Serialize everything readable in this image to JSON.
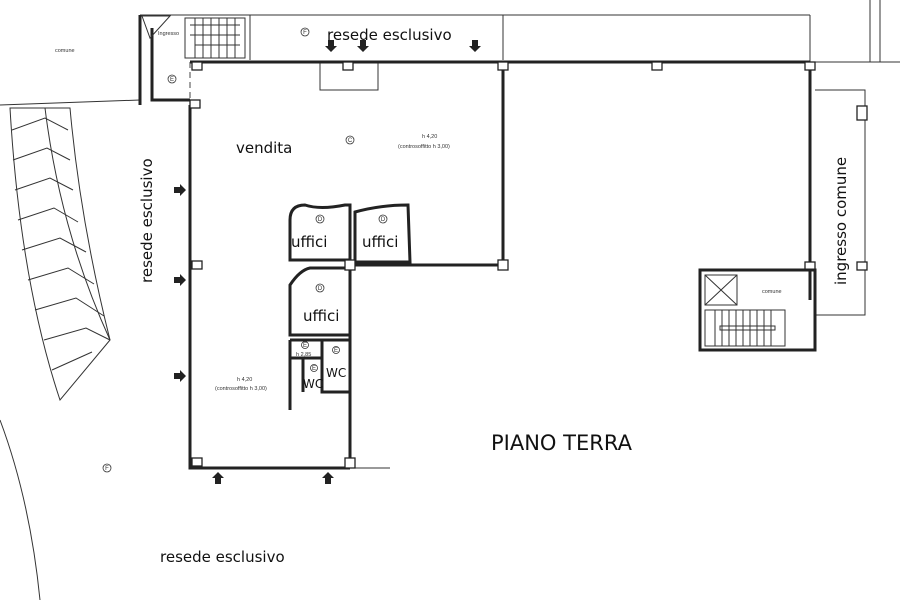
{
  "title": "PIANO TERRA",
  "labels": {
    "comune_top_left": "comune",
    "ingresso_small": "Ingresso",
    "resede_top": "resede esclusivo",
    "resede_left": "resede esclusivo",
    "resede_bottom": "resede esclusivo",
    "vendita": "vendita",
    "height_main": "h 4,20",
    "ceiling_main": "(controsoffitto h 3,00)",
    "height_lower": "h 4,20",
    "ceiling_lower": "(controsoffitto h 3,00)",
    "uffici_1": "uffici",
    "uffici_2": "uffici",
    "uffici_3": "uffici",
    "height_wc": "h 2,85",
    "wc_1": "WC",
    "wc_2": "WC",
    "ingresso_comune": "ingresso comune",
    "comune_stair": "comune"
  },
  "markers": {
    "f": "F",
    "e": "E",
    "c": "C",
    "d": "D"
  }
}
